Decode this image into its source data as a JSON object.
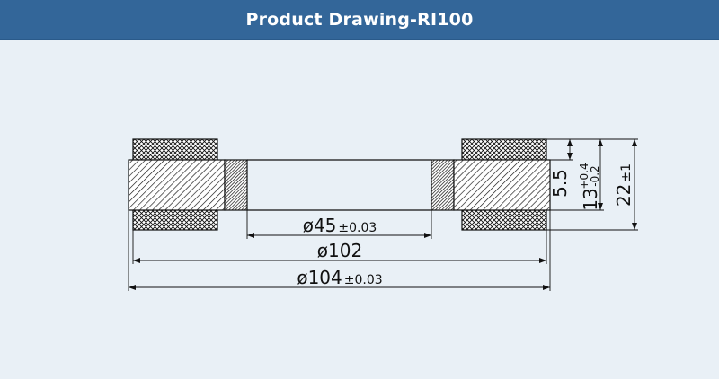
{
  "header": {
    "title": "Product Drawing-RI100"
  },
  "drawing": {
    "dimensions": {
      "inner_diameter": {
        "main": "ø45",
        "tolerance": "±0.03"
      },
      "mid_diameter": {
        "main": "ø102"
      },
      "outer_diameter": {
        "main": "ø104",
        "tolerance": "±0.03"
      },
      "small_height": {
        "main": "5.5"
      },
      "mid_height": {
        "main": "13",
        "tol_upper": "+0.4",
        "tol_lower": "-0.2"
      },
      "total_height": {
        "main": "22",
        "tolerance": "±1"
      }
    }
  },
  "colors": {
    "header_bg": "#336699",
    "background": "#e9f0f6",
    "line": "#111111"
  }
}
